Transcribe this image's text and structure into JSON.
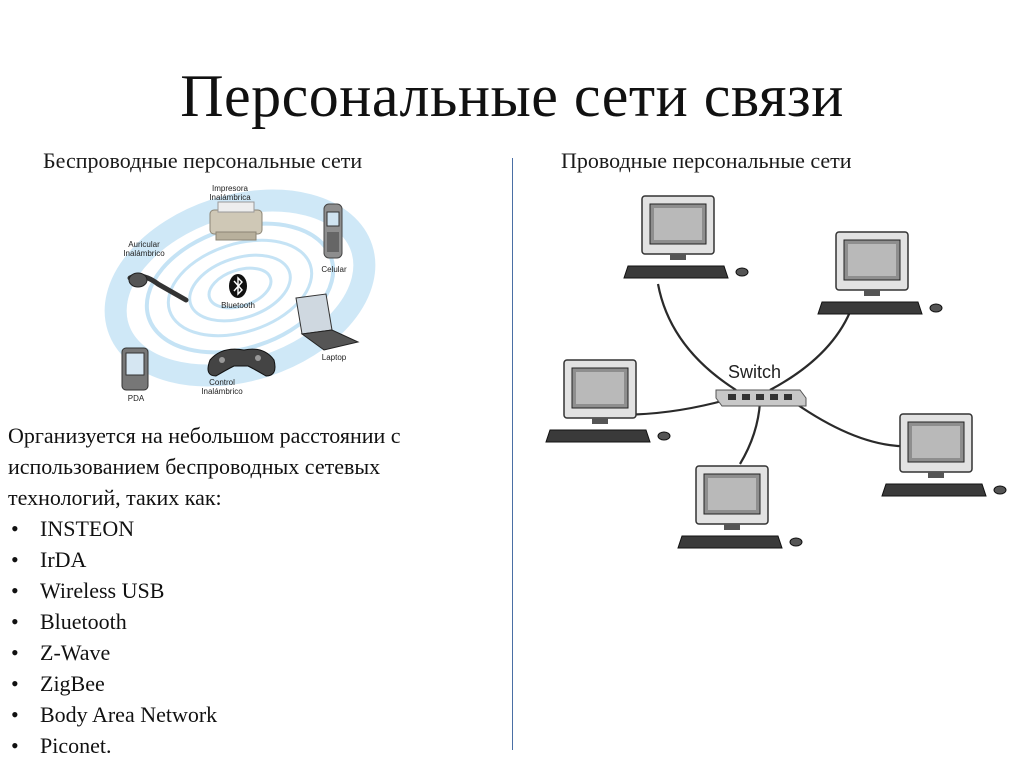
{
  "slide": {
    "title": "Персональные сети связи",
    "left_heading": "Беспроводные персональные сети",
    "right_heading": "Проводные персональные сети",
    "description": "Организуется на небольшом расстоянии с использованием беспроводных сетевых технологий, таких как:",
    "technologies": [
      "INSTEON",
      "IrDA",
      "Wireless USB",
      "Bluetooth",
      "Z-Wave",
      "ZigBee",
      "Body Area Network",
      "Piconet."
    ]
  },
  "wireless_diagram": {
    "center_label": "Bluetooth",
    "devices": {
      "printer": [
        "Impresora",
        "Inalámbrica"
      ],
      "phone": [
        "Celular"
      ],
      "headset": [
        "Auricular",
        "Inalámbrico"
      ],
      "laptop": [
        "Laptop"
      ],
      "pda": [
        "PDA"
      ],
      "gamepad": [
        "Control",
        "Inalámbrico"
      ]
    }
  },
  "wired_diagram": {
    "switch_label": "Switch"
  },
  "colors": {
    "divider": "#4a6fa5",
    "wave_ring": "#bfe0f4",
    "cable": "#2a2a2a"
  }
}
